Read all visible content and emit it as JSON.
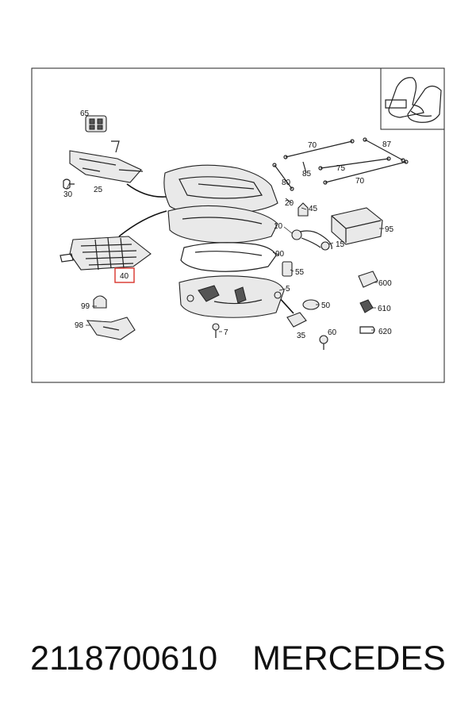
{
  "caption": {
    "part_number": "2118700610",
    "brand": "MERCEDES"
  },
  "diagram": {
    "highlighted_callout": "40",
    "highlight_color": "#d9342b",
    "callouts": {
      "c65": "65",
      "c30": "30",
      "c25": "25",
      "c70a": "70",
      "c87": "87",
      "c85": "85",
      "c75": "75",
      "c80": "80",
      "c70b": "70",
      "c20": "20",
      "c45": "45",
      "c95": "95",
      "c10": "10",
      "c15": "15",
      "c90": "90",
      "c40": "40",
      "c55": "55",
      "c5": "5",
      "c600": "600",
      "c99": "99",
      "c50": "50",
      "c610": "610",
      "c98": "98",
      "c7": "7",
      "c35": "35",
      "c60": "60",
      "c620": "620"
    }
  }
}
